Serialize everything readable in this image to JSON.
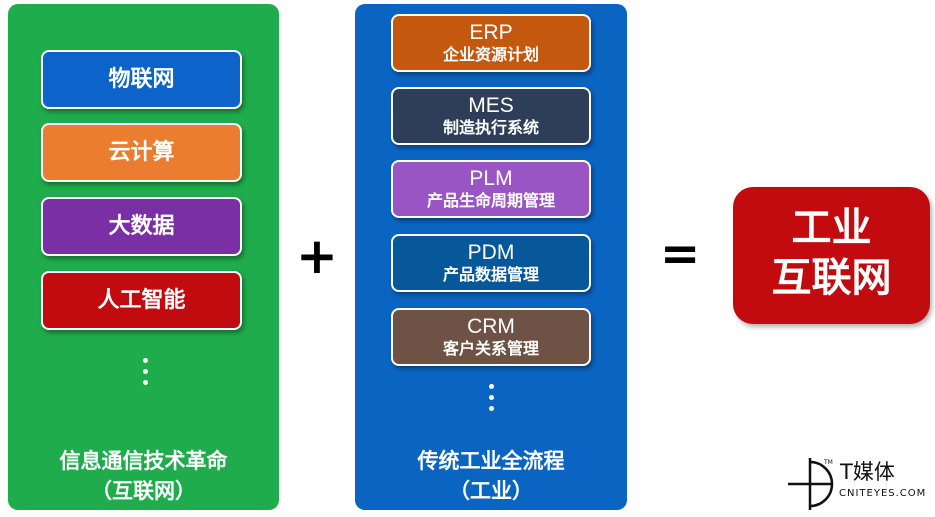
{
  "left_panel": {
    "color": "#1fac4c",
    "items": [
      {
        "label": "物联网",
        "color": "#0c63c9"
      },
      {
        "label": "云计算",
        "color": "#ea7d2f"
      },
      {
        "label": "大数据",
        "color": "#7a2fa4"
      },
      {
        "label": "人工智能",
        "color": "#c20b0f"
      }
    ],
    "caption_line1": "信息通信技术革命",
    "caption_line2": "（互联网）"
  },
  "operators": {
    "plus": "+",
    "equals": "="
  },
  "middle_panel": {
    "color": "#0a64c2",
    "items": [
      {
        "abbr": "ERP",
        "name": "企业资源计划",
        "color": "#c4580e"
      },
      {
        "abbr": "MES",
        "name": "制造执行系统",
        "color": "#2f3e58"
      },
      {
        "abbr": "PLM",
        "name": "产品生命周期管理",
        "color": "#9a55c4"
      },
      {
        "abbr": "PDM",
        "name": "产品数据管理",
        "color": "#07589a"
      },
      {
        "abbr": "CRM",
        "name": "客户关系管理",
        "color": "#6d5245"
      }
    ],
    "caption_line1": "传统工业全流程",
    "caption_line2": "（工业）"
  },
  "result": {
    "line1": "工业",
    "line2": "互联网",
    "color": "#c20b0f"
  },
  "logo": {
    "name": "T媒体",
    "sub": "CNITEYES.COM",
    "tm": "TM"
  }
}
